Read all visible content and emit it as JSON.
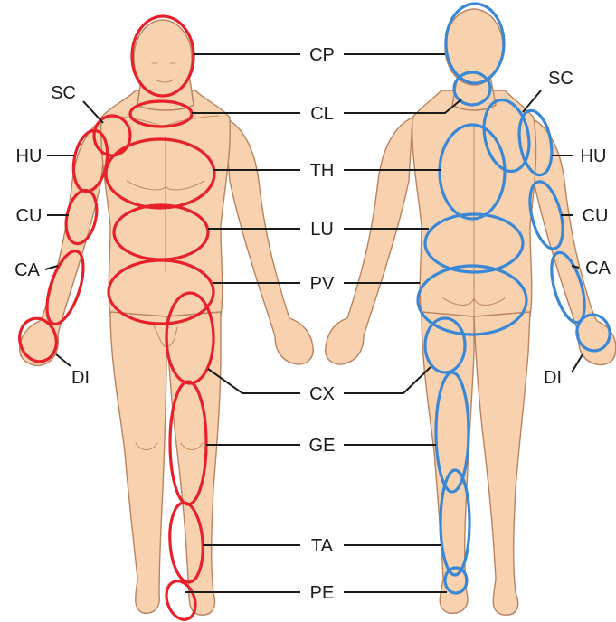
{
  "colors": {
    "front_regions": "#e8202a",
    "back_regions": "#3a87d6",
    "skin": "#f8d1ae",
    "leader": "#1a1a1a"
  },
  "labels": {
    "cp": "CP",
    "cl": "CL",
    "th": "TH",
    "lu": "LU",
    "pv": "PV",
    "cx": "CX",
    "ge": "GE",
    "ta": "TA",
    "pe": "PE",
    "sc": "SC",
    "hu": "HU",
    "cu": "CU",
    "ca": "CA",
    "di": "DI"
  }
}
